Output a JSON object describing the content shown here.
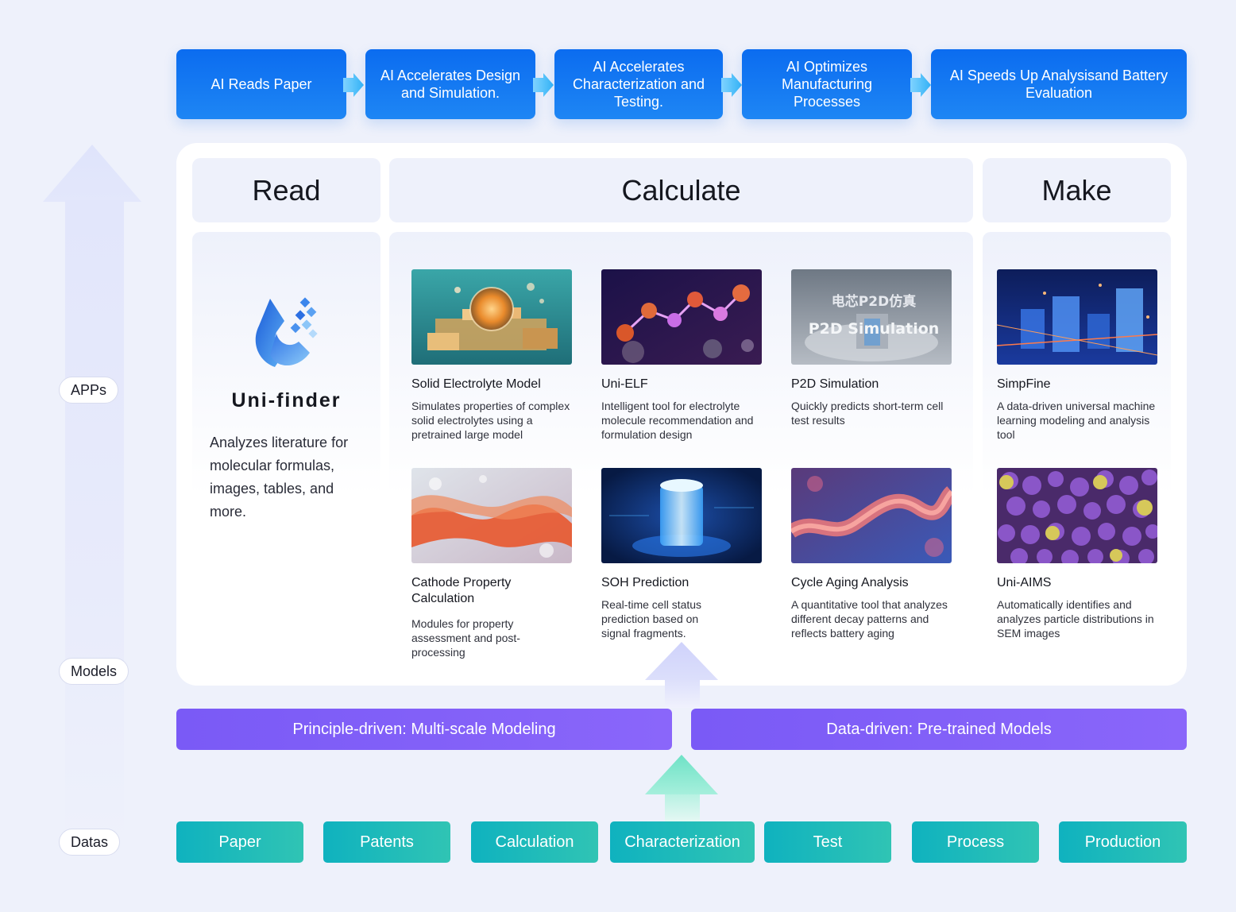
{
  "side_labels": {
    "apps": "APPs",
    "models": "Models",
    "datas": "Datas"
  },
  "steps": [
    "AI Reads Paper",
    "AI Accelerates Design and Simulation.",
    "AI Accelerates Characterization and Testing.",
    "AI Optimizes Manufacturing Processes",
    "AI Speeds Up Analysisand Battery Evaluation"
  ],
  "columns": {
    "read": "Read",
    "calculate": "Calculate",
    "make": "Make"
  },
  "read_app": {
    "name": "Uni-finder",
    "description": "Analyzes literature for molecular formulas, images, tables, and more."
  },
  "cards": [
    {
      "title": "Solid Electrolyte Model",
      "desc": "Simulates properties of complex solid electrolytes using a pretrained large model"
    },
    {
      "title": "Uni-ELF",
      "desc": " Intelligent tool for electrolyte molecule recommendation and formulation design"
    },
    {
      "title": "P2D Simulation",
      "desc": "Quickly predicts short-term cell test results",
      "img_text_cn": "电芯P2D仿真",
      "img_text_en": "P2D Simulation"
    },
    {
      "title": "SimpFine",
      "desc": "A data-driven universal machine learning modeling and analysis tool"
    },
    {
      "title": "Cathode Property Calculation",
      "desc": "Modules for property assessment and post-processing"
    },
    {
      "title": "SOH Prediction",
      "desc": "Real-time cell status prediction based on signal fragments."
    },
    {
      "title": "Cycle Aging Analysis",
      "desc": "A quantitative tool that analyzes different decay patterns and reflects battery aging"
    },
    {
      "title": "Uni-AIMS",
      "desc": "Automatically identifies and analyzes particle distributions in SEM images"
    }
  ],
  "models": [
    "Principle-driven: Multi-scale Modeling",
    "Data-driven: Pre-trained Models"
  ],
  "datas": [
    "Paper",
    "Patents",
    "Calculation",
    "Characterization",
    "Test",
    "Process",
    "Production"
  ],
  "colors": {
    "step_blue": "#0b6cf0",
    "model_violet": "#7a5af6",
    "data_teal": "#0fb2bf",
    "background": "#eef1fb"
  }
}
